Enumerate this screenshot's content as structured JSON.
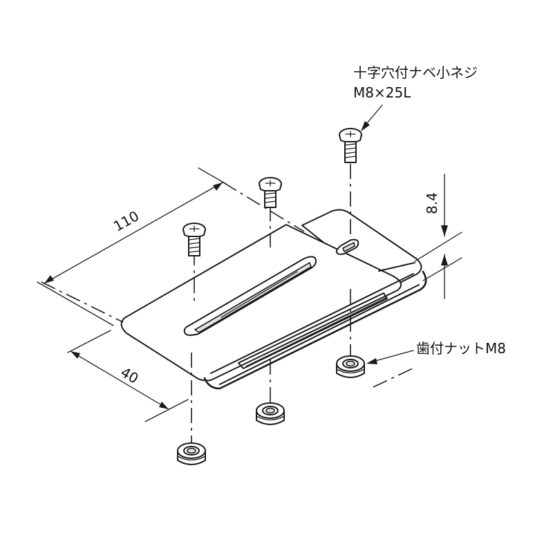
{
  "labels": {
    "screw_name": "十字穴付ナベ小ネジ",
    "screw_spec": "M8×25L",
    "nut_name": "歯付ナットM8"
  },
  "dimensions": {
    "length": "110",
    "width": "40",
    "thickness": "8.4"
  }
}
